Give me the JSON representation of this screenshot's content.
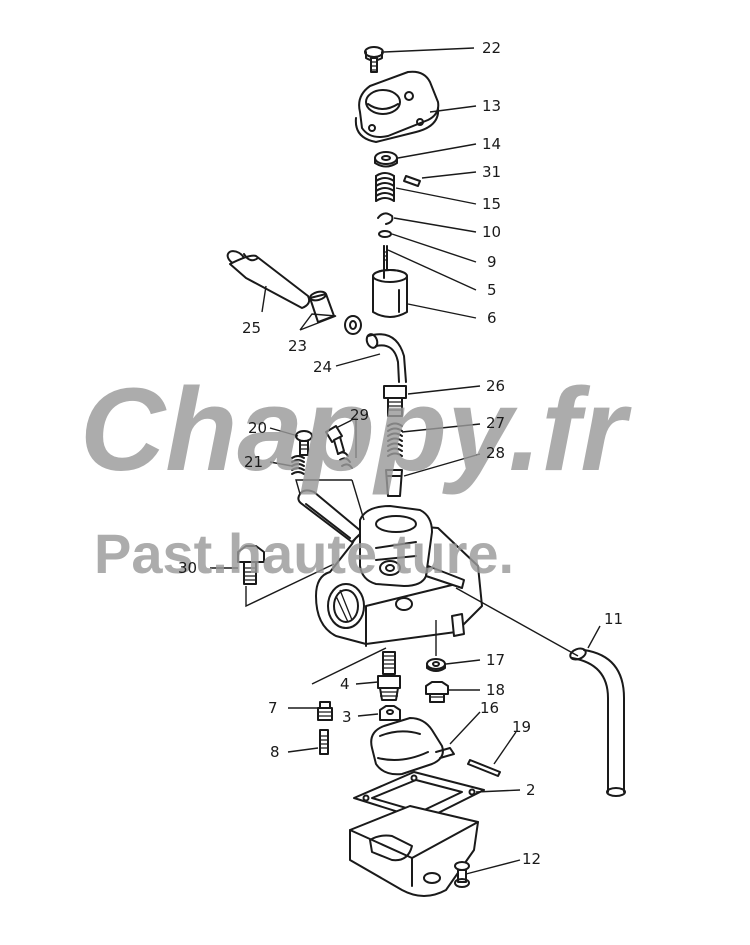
{
  "watermark": {
    "title": "Chappy.fr",
    "subtitle": "Past.haute ture."
  },
  "callouts": {
    "c22": "22",
    "c13": "13",
    "c14": "14",
    "c31": "31",
    "c15": "15",
    "c10": "10",
    "c9": "9",
    "c5": "5",
    "c6": "6",
    "c25": "25",
    "c23": "23",
    "c24": "24",
    "c26": "26",
    "c29": "29",
    "c20": "20",
    "c27": "27",
    "c21": "21",
    "c28": "28",
    "c30": "30",
    "c11": "11",
    "c17": "17",
    "c4": "4",
    "c18": "18",
    "c7": "7",
    "c16": "16",
    "c3": "3",
    "c19": "19",
    "c8": "8",
    "c2": "2",
    "c12": "12"
  }
}
